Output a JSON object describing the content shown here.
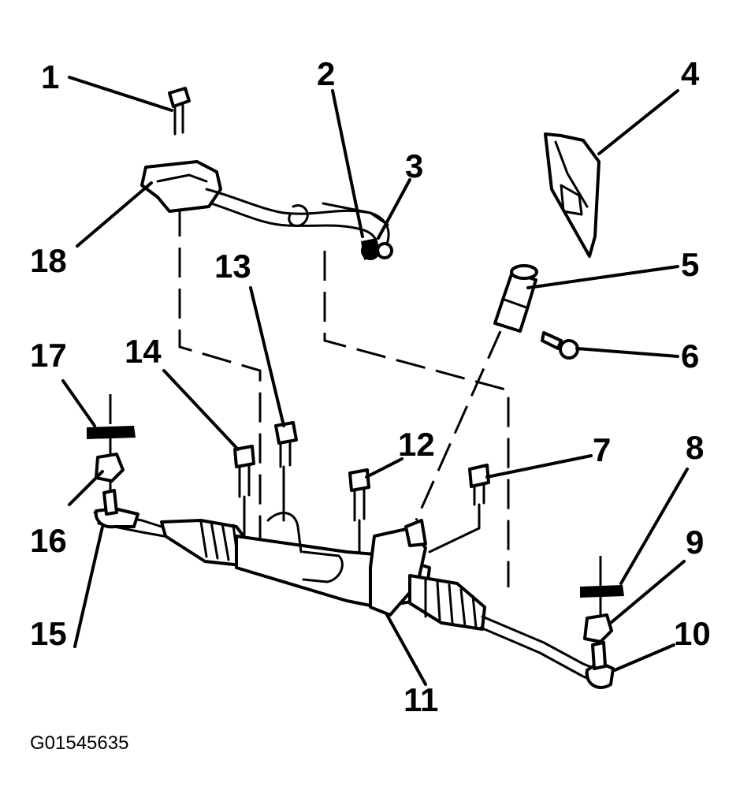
{
  "figure_id": "G01545635",
  "callouts": [
    {
      "label": "1"
    },
    {
      "label": "2"
    },
    {
      "label": "3"
    },
    {
      "label": "4"
    },
    {
      "label": "5"
    },
    {
      "label": "6"
    },
    {
      "label": "7"
    },
    {
      "label": "8"
    },
    {
      "label": "9"
    },
    {
      "label": "10"
    },
    {
      "label": "11"
    },
    {
      "label": "12"
    },
    {
      "label": "13"
    },
    {
      "label": "14"
    },
    {
      "label": "15"
    },
    {
      "label": "16"
    },
    {
      "label": "17"
    },
    {
      "label": "18"
    }
  ],
  "colors": {
    "ink": "#000000",
    "background": "#ffffff"
  }
}
